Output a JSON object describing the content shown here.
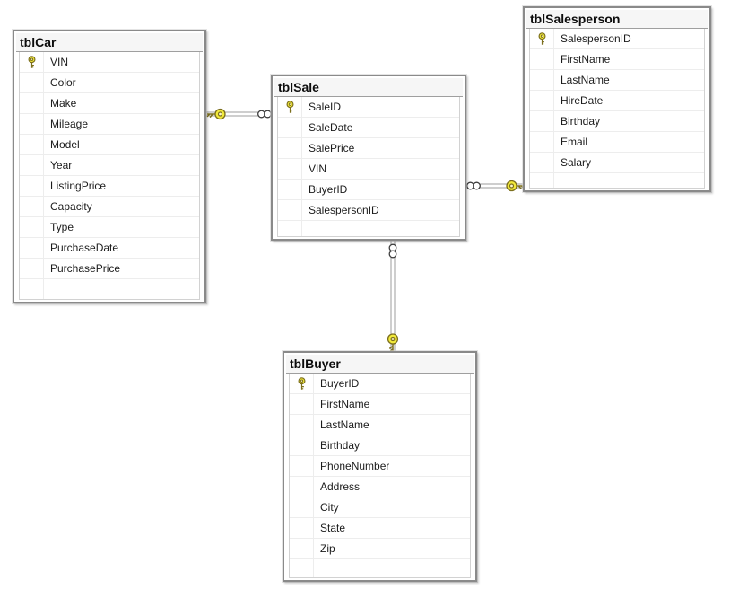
{
  "tables": [
    {
      "name": "tblCar",
      "columns": [
        {
          "name": "VIN",
          "primary_key": true
        },
        {
          "name": "Color",
          "primary_key": false
        },
        {
          "name": "Make",
          "primary_key": false
        },
        {
          "name": "Mileage",
          "primary_key": false
        },
        {
          "name": "Model",
          "primary_key": false
        },
        {
          "name": "Year",
          "primary_key": false
        },
        {
          "name": "ListingPrice",
          "primary_key": false
        },
        {
          "name": "Capacity",
          "primary_key": false
        },
        {
          "name": "Type",
          "primary_key": false
        },
        {
          "name": "PurchaseDate",
          "primary_key": false
        },
        {
          "name": "PurchasePrice",
          "primary_key": false
        }
      ]
    },
    {
      "name": "tblSale",
      "columns": [
        {
          "name": "SaleID",
          "primary_key": true
        },
        {
          "name": "SaleDate",
          "primary_key": false
        },
        {
          "name": "SalePrice",
          "primary_key": false
        },
        {
          "name": "VIN",
          "primary_key": false
        },
        {
          "name": "BuyerID",
          "primary_key": false
        },
        {
          "name": "SalespersonID",
          "primary_key": false
        }
      ]
    },
    {
      "name": "tblSalesperson",
      "columns": [
        {
          "name": "SalespersonID",
          "primary_key": true
        },
        {
          "name": "FirstName",
          "primary_key": false
        },
        {
          "name": "LastName",
          "primary_key": false
        },
        {
          "name": "HireDate",
          "primary_key": false
        },
        {
          "name": "Birthday",
          "primary_key": false
        },
        {
          "name": "Email",
          "primary_key": false
        },
        {
          "name": "Salary",
          "primary_key": false
        }
      ]
    },
    {
      "name": "tblBuyer",
      "columns": [
        {
          "name": "BuyerID",
          "primary_key": true
        },
        {
          "name": "FirstName",
          "primary_key": false
        },
        {
          "name": "LastName",
          "primary_key": false
        },
        {
          "name": "Birthday",
          "primary_key": false
        },
        {
          "name": "PhoneNumber",
          "primary_key": false
        },
        {
          "name": "Address",
          "primary_key": false
        },
        {
          "name": "City",
          "primary_key": false
        },
        {
          "name": "State",
          "primary_key": false
        },
        {
          "name": "Zip",
          "primary_key": false
        }
      ]
    }
  ],
  "relationships": [
    {
      "one_side": "tblCar",
      "many_side": "tblSale",
      "one_symbol": "key",
      "many_symbol": "infinity"
    },
    {
      "one_side": "tblSalesperson",
      "many_side": "tblSale",
      "one_symbol": "key",
      "many_symbol": "infinity"
    },
    {
      "one_side": "tblBuyer",
      "many_side": "tblSale",
      "one_symbol": "key",
      "many_symbol": "infinity"
    }
  ],
  "icons": {
    "primary_key": "key-icon",
    "one_end": "key-symbol",
    "many_end": "infinity-symbol"
  },
  "colors": {
    "background": "#ffffff",
    "table_frame": "#8a8a8a",
    "header_background": "#f6f6f6",
    "row_divider": "#ededed",
    "connector": "#9d9d9d",
    "key_yellow": "#f2ea3a",
    "key_outline": "#7c6f1d"
  }
}
